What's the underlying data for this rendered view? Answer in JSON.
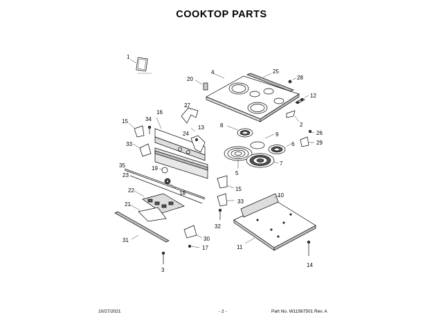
{
  "page": {
    "title": "COOKTOP PARTS",
    "footer": {
      "date": "10/27/2021",
      "page": "- 2 -",
      "part_number": "Part No. W11567501  Rev. A"
    }
  },
  "callouts": [
    {
      "id": "callout-1",
      "label": "1"
    },
    {
      "id": "callout-4",
      "label": "4"
    },
    {
      "id": "callout-25",
      "label": "25"
    },
    {
      "id": "callout-28",
      "label": "28"
    },
    {
      "id": "callout-20",
      "label": "20"
    },
    {
      "id": "callout-12",
      "label": "12"
    },
    {
      "id": "callout-27",
      "label": "27"
    },
    {
      "id": "callout-16",
      "label": "16"
    },
    {
      "id": "callout-15a",
      "label": "15"
    },
    {
      "id": "callout-34",
      "label": "34"
    },
    {
      "id": "callout-13",
      "label": "13"
    },
    {
      "id": "callout-24",
      "label": "24"
    },
    {
      "id": "callout-8",
      "label": "8"
    },
    {
      "id": "callout-2",
      "label": "2"
    },
    {
      "id": "callout-26",
      "label": "26"
    },
    {
      "id": "callout-9",
      "label": "9"
    },
    {
      "id": "callout-29",
      "label": "29"
    },
    {
      "id": "callout-6",
      "label": "6"
    },
    {
      "id": "callout-33a",
      "label": "33"
    },
    {
      "id": "callout-7",
      "label": "7"
    },
    {
      "id": "callout-35",
      "label": "35"
    },
    {
      "id": "callout-19",
      "label": "19"
    },
    {
      "id": "callout-5",
      "label": "5"
    },
    {
      "id": "callout-23",
      "label": "23"
    },
    {
      "id": "callout-18",
      "label": "18"
    },
    {
      "id": "callout-15b",
      "label": "15"
    },
    {
      "id": "callout-22",
      "label": "22"
    },
    {
      "id": "callout-10",
      "label": "10"
    },
    {
      "id": "callout-33b",
      "label": "33"
    },
    {
      "id": "callout-21",
      "label": "21"
    },
    {
      "id": "callout-32",
      "label": "32"
    },
    {
      "id": "callout-31",
      "label": "31"
    },
    {
      "id": "callout-30",
      "label": "30"
    },
    {
      "id": "callout-11",
      "label": "11"
    },
    {
      "id": "callout-17",
      "label": "17"
    },
    {
      "id": "callout-3",
      "label": "3"
    },
    {
      "id": "callout-14",
      "label": "14"
    }
  ]
}
